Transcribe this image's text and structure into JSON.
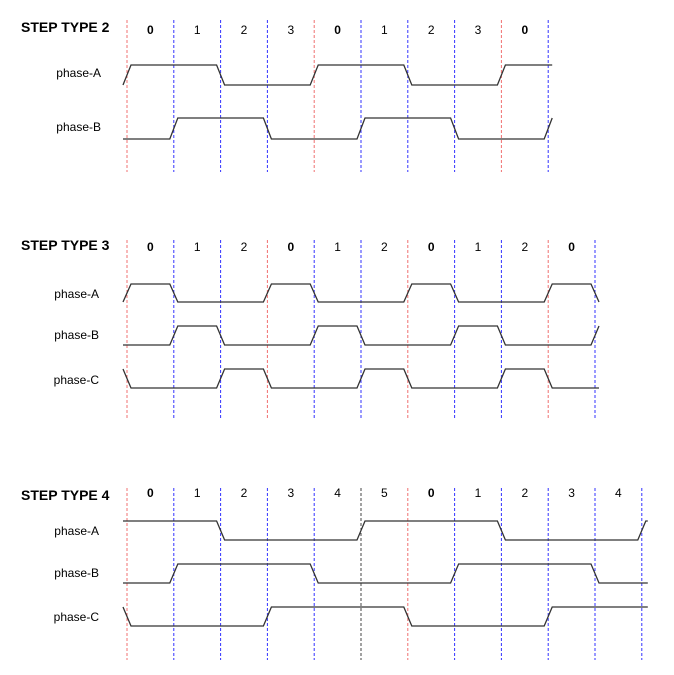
{
  "colors": {
    "red": "#f07070",
    "blue": "#3333ff",
    "black": "#444444",
    "wave": "#333333"
  },
  "diagrams": [
    {
      "title": "STEP TYPE 2",
      "steps": [
        "0",
        "1",
        "2",
        "3",
        "0",
        "1",
        "2",
        "3",
        "0"
      ],
      "step_cycle": 4,
      "grid_line_colors": [
        "red",
        "blue",
        "blue",
        "blue",
        "red",
        "blue",
        "blue",
        "blue",
        "red",
        "blue"
      ],
      "phases": [
        {
          "label": "phase-A",
          "high_steps": [
            0,
            1
          ]
        },
        {
          "label": "phase-B",
          "high_steps": [
            1,
            2
          ]
        }
      ]
    },
    {
      "title": "STEP TYPE 3",
      "steps": [
        "0",
        "1",
        "2",
        "0",
        "1",
        "2",
        "0",
        "1",
        "2",
        "0"
      ],
      "step_cycle": 3,
      "grid_line_colors": [
        "red",
        "blue",
        "blue",
        "red",
        "blue",
        "blue",
        "red",
        "blue",
        "blue",
        "red",
        "blue"
      ],
      "phases": [
        {
          "label": "phase-A",
          "high_steps": [
            0
          ]
        },
        {
          "label": "phase-B",
          "high_steps": [
            1
          ]
        },
        {
          "label": "phase-C",
          "high_steps": [
            2
          ]
        }
      ]
    },
    {
      "title": "STEP TYPE 4",
      "steps": [
        "0",
        "1",
        "2",
        "3",
        "4",
        "5",
        "0",
        "1",
        "2",
        "3",
        "4"
      ],
      "step_cycle": 6,
      "grid_line_colors": [
        "red",
        "blue",
        "blue",
        "blue",
        "blue",
        "black",
        "red",
        "blue",
        "blue",
        "blue",
        "blue",
        "blue"
      ],
      "phases": [
        {
          "label": "phase-A",
          "high_steps": [
            5,
            0,
            1
          ]
        },
        {
          "label": "phase-B",
          "high_steps": [
            1,
            2,
            3
          ]
        },
        {
          "label": "phase-C",
          "high_steps": [
            3,
            4,
            5
          ]
        }
      ]
    }
  ]
}
